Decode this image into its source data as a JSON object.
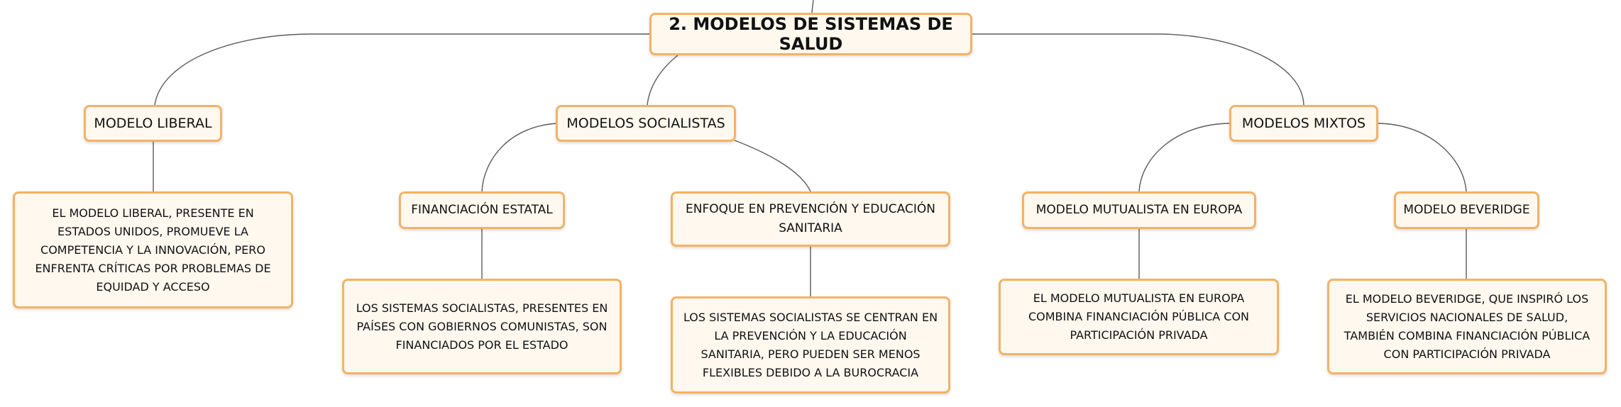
{
  "map": {
    "root": {
      "label": "2. MODELOS DE SISTEMAS DE SALUD"
    },
    "liberal": {
      "label": "MODELO LIBERAL",
      "detail": "EL MODELO LIBERAL, PRESENTE EN ESTADOS UNIDOS, PROMUEVE LA COMPETENCIA Y LA INNOVACIÓN, PERO ENFRENTA CRÍTICAS POR PROBLEMAS DE EQUIDAD Y ACCESO"
    },
    "socialistas": {
      "label": "MODELOS SOCIALISTAS",
      "financiacion": {
        "label": "FINANCIACIÓN ESTATAL",
        "detail": "LOS SISTEMAS SOCIALISTAS, PRESENTES EN PAÍSES CON GOBIERNOS COMUNISTAS, SON FINANCIADOS POR EL ESTADO"
      },
      "prevencion": {
        "label": "ENFOQUE EN PREVENCIÓN Y EDUCACIÓN SANITARIA",
        "detail": "LOS SISTEMAS SOCIALISTAS SE CENTRAN EN LA PREVENCIÓN Y LA EDUCACIÓN SANITARIA, PERO PUEDEN SER MENOS FLEXIBLES DEBIDO A LA BUROCRACIA"
      }
    },
    "mixtos": {
      "label": "MODELOS MIXTOS",
      "mutualista": {
        "label": "MODELO MUTUALISTA EN EUROPA",
        "detail": "EL MODELO MUTUALISTA EN EUROPA COMBINA FINANCIACIÓN PÚBLICA CON PARTICIPACIÓN PRIVADA"
      },
      "beveridge": {
        "label": "MODELO BEVERIDGE",
        "detail": "EL MODELO BEVERIDGE, QUE INSPIRÓ LOS SERVICIOS NACIONALES DE SALUD, TAMBIÉN COMBINA FINANCIACIÓN PÚBLICA CON PARTICIPACIÓN PRIVADA"
      }
    }
  }
}
